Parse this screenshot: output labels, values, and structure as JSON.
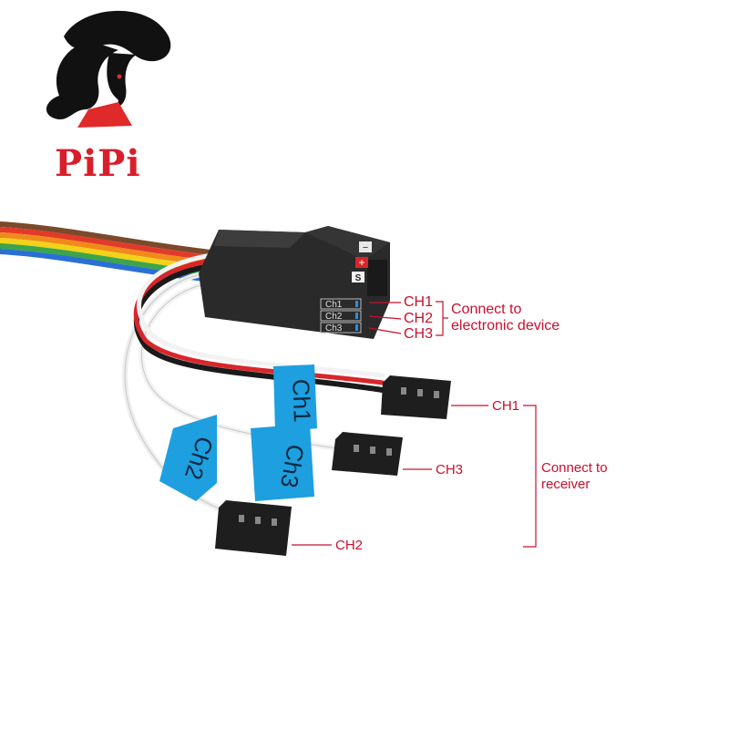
{
  "brand": {
    "name": "PiPi"
  },
  "module": {
    "pin_minus": "−",
    "pin_plus": "+",
    "pin_signal": "S",
    "ports": [
      "Ch1",
      "Ch2",
      "Ch3"
    ]
  },
  "tape_labels": {
    "ch1": "Ch1",
    "ch2": "Ch2",
    "ch3": "Ch3"
  },
  "callouts": {
    "top_ch1": "CH1",
    "top_ch2": "CH2",
    "top_ch3": "CH3",
    "electronic_line1": "Connect to",
    "electronic_line2": "electronic device",
    "plug_ch1": "CH1",
    "plug_ch3": "CH3",
    "plug_ch2": "CH2",
    "receiver_line1": "Connect to",
    "receiver_line2": "receiver"
  },
  "colors": {
    "callout_red": "#c8102e",
    "brand_red": "#d91e2b",
    "tape_blue": "#1e9fe0",
    "module_black": "#2a2a2a"
  }
}
